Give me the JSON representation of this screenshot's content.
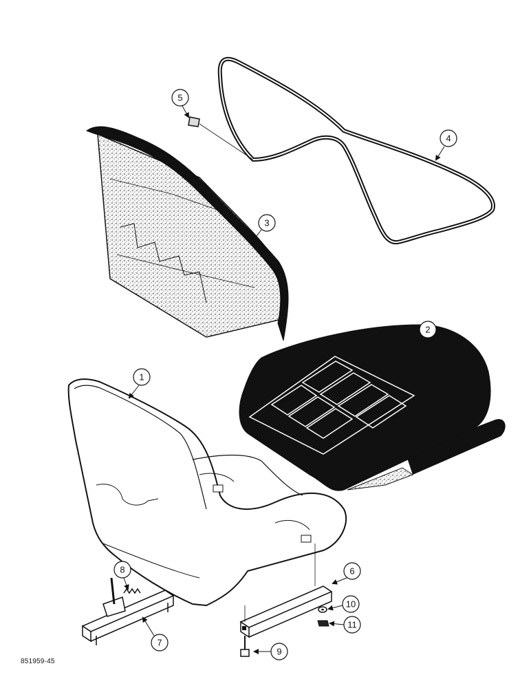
{
  "figure": {
    "id_label": "851959-45"
  },
  "callouts": [
    {
      "n": "1",
      "part": "seat-shell"
    },
    {
      "n": "2",
      "part": "seat-cushion"
    },
    {
      "n": "3",
      "part": "back-cushion"
    },
    {
      "n": "4",
      "part": "trim-bead"
    },
    {
      "n": "5",
      "part": "bead-joiner"
    },
    {
      "n": "6",
      "part": "right-slide-rail"
    },
    {
      "n": "7",
      "part": "left-slide-rail"
    },
    {
      "n": "8",
      "part": "spring"
    },
    {
      "n": "9",
      "part": "bolt"
    },
    {
      "n": "10",
      "part": "washer"
    },
    {
      "n": "11",
      "part": "nut"
    }
  ],
  "icons": [
    "callout-circle",
    "leader-arrow"
  ]
}
